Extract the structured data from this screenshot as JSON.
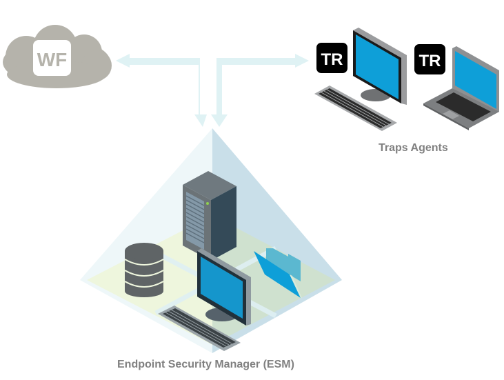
{
  "diagram": {
    "cloud": {
      "badge_text": "WF",
      "icon": "cloud-icon",
      "color": "#b5b3ab"
    },
    "connectors": {
      "color": "#dff2f4",
      "icon": "bidirectional-arrow-icon"
    },
    "agents": {
      "label": "Traps Agents",
      "items": [
        {
          "type": "desktop",
          "badge_text": "TR",
          "icon": "desktop-computer-icon"
        },
        {
          "type": "laptop",
          "badge_text": "TR",
          "icon": "laptop-icon"
        }
      ]
    },
    "esm": {
      "label": "Endpoint Security Manager (ESM)",
      "components": [
        {
          "name": "server",
          "icon": "server-tower-icon"
        },
        {
          "name": "database",
          "icon": "database-icon"
        },
        {
          "name": "workstation",
          "icon": "desktop-computer-icon"
        },
        {
          "name": "folder",
          "icon": "folder-icon"
        }
      ]
    },
    "colors": {
      "screen_blue": "#0e9fd8",
      "badge_black": "#000000",
      "label_gray": "#808080",
      "pyramid_left": "#eef7f9",
      "pyramid_right": "#c9dfe9",
      "floor_left": "#eef6dd",
      "floor_right": "#cfe1cf"
    }
  }
}
